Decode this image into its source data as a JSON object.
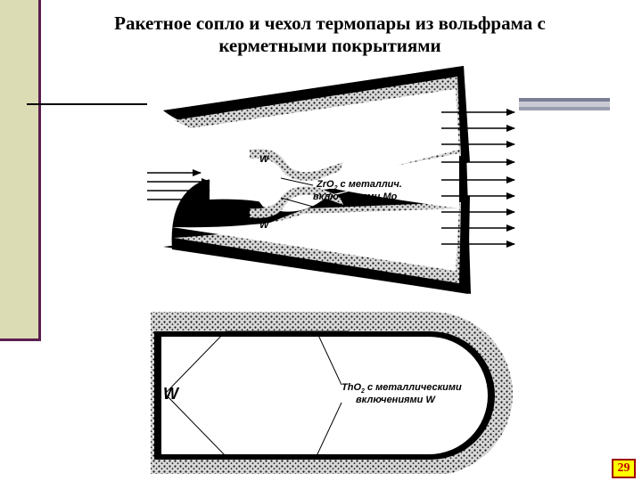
{
  "slide": {
    "title_line1": "Ракетное сопло и чехол термопары из вольфрама с",
    "title_line2": "керметными покрытиями",
    "page_number": "29"
  },
  "nozzle": {
    "label_w_top": "W",
    "label_w_bottom": "W",
    "coating_line1": "ZrO",
    "coating_sub": "2",
    "coating_line1_rest": " с металлич.",
    "coating_line2": "включениями Mo"
  },
  "sheath": {
    "label_w": "W",
    "coating_line1": "ThO",
    "coating_sub": "2",
    "coating_line1_rest": " с металлическими",
    "coating_line2": "включениями W"
  },
  "colors": {
    "sidebar": "#dcdcb4",
    "sidebar_border": "#5a1f4f",
    "page_badge_bg": "#ffff00",
    "page_badge_border": "#a00000"
  }
}
